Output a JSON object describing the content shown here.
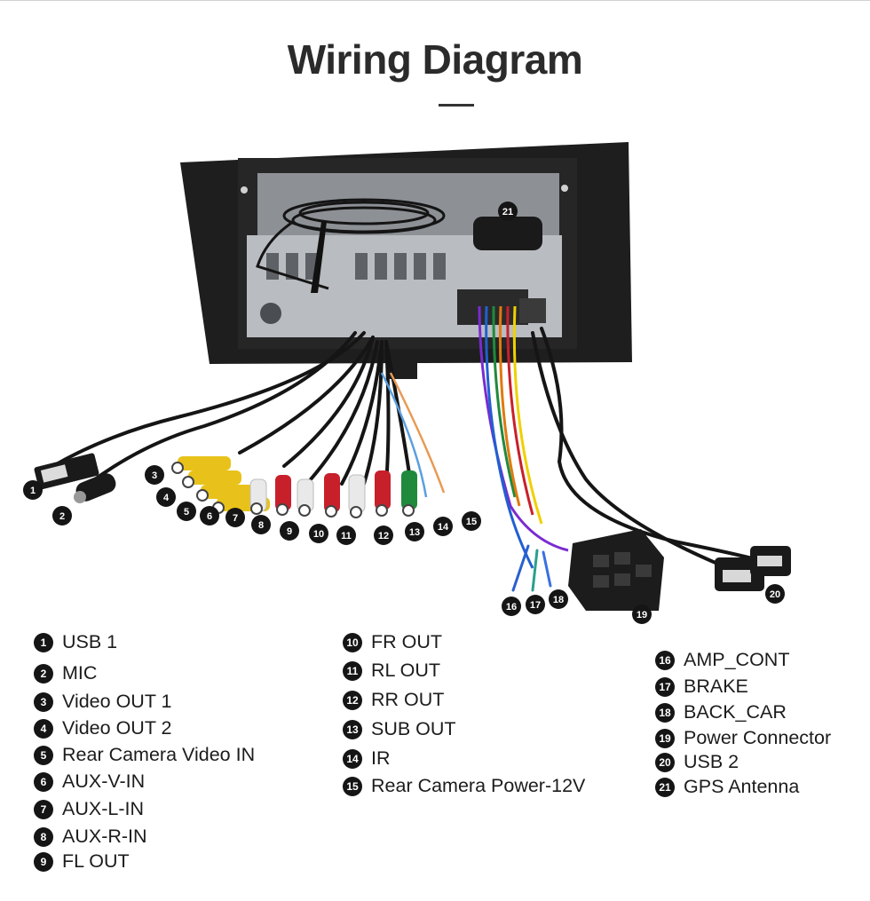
{
  "title": "Wiring Diagram",
  "legend": [
    {
      "num": "1",
      "label": "USB 1"
    },
    {
      "num": "2",
      "label": "MIC"
    },
    {
      "num": "3",
      "label": "Video OUT 1"
    },
    {
      "num": "4",
      "label": "Video OUT 2"
    },
    {
      "num": "5",
      "label": "Rear Camera Video IN"
    },
    {
      "num": "6",
      "label": "AUX-V-IN"
    },
    {
      "num": "7",
      "label": "AUX-L-IN"
    },
    {
      "num": "8",
      "label": "AUX-R-IN"
    },
    {
      "num": "9",
      "label": "FL OUT"
    },
    {
      "num": "10",
      "label": "FR OUT"
    },
    {
      "num": "11",
      "label": "RL OUT"
    },
    {
      "num": "12",
      "label": "RR OUT"
    },
    {
      "num": "13",
      "label": "SUB OUT"
    },
    {
      "num": "14",
      "label": "IR"
    },
    {
      "num": "15",
      "label": "Rear Camera Power-12V"
    },
    {
      "num": "16",
      "label": "AMP_CONT"
    },
    {
      "num": "17",
      "label": "BRAKE"
    },
    {
      "num": "18",
      "label": "BACK_CAR"
    },
    {
      "num": "19",
      "label": "Power Connector"
    },
    {
      "num": "20",
      "label": "USB 2"
    },
    {
      "num": "21",
      "label": "GPS Antenna"
    }
  ],
  "colors": {
    "rca_yellow": "#e8c21a",
    "rca_white": "#e9e9e9",
    "rca_red": "#c8202a",
    "rca_green": "#1f8a3c",
    "cable": "#151515",
    "chassis": "#1e1e1e",
    "metal": "#b9bcc0"
  }
}
